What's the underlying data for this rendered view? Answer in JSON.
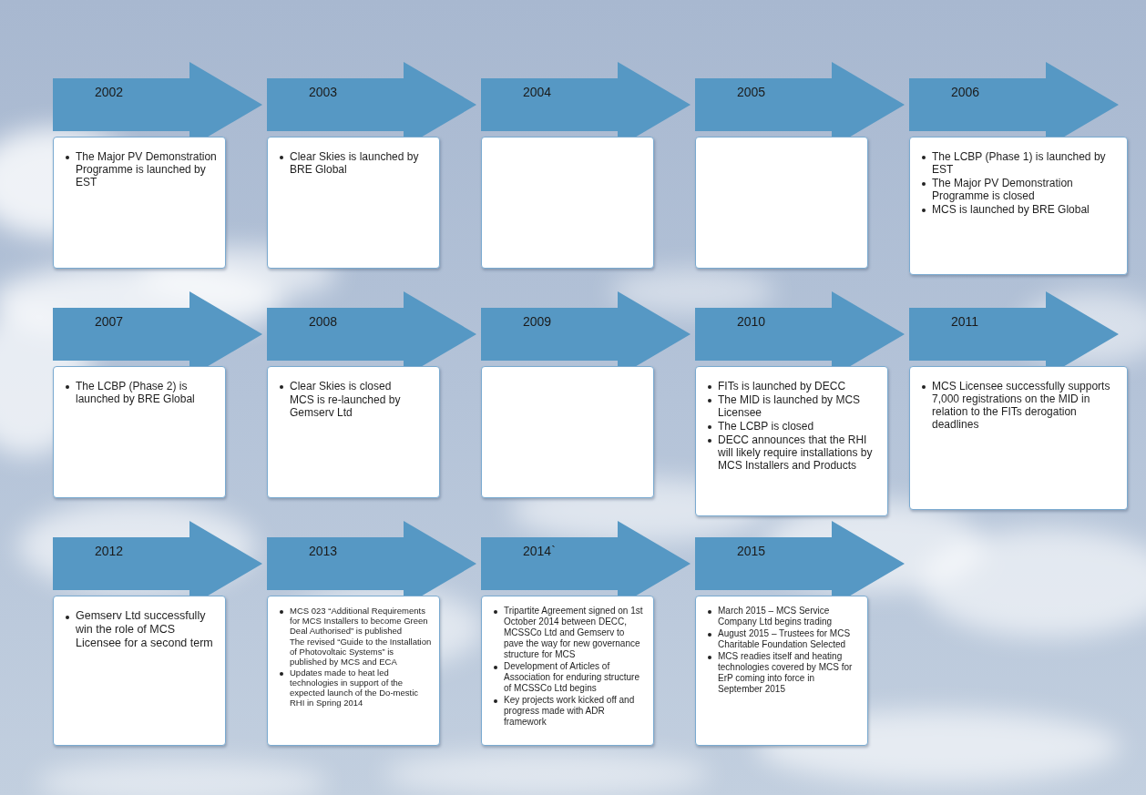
{
  "diagram": {
    "nodes": [
      {
        "text": [
          "2002",
          "The Major PV Demonstration Programme is launched by EST"
        ]
      },
      {
        "text": [
          "2003",
          "Clear Skies is launched by BRE Global"
        ]
      },
      {
        "text": [
          "2004"
        ]
      },
      {
        "text": [
          "2005"
        ]
      },
      {
        "text": [
          "2006",
          "The LCBP (Phase 1) is launched by EST",
          "The Major PV Demonstration Programme is closed",
          "MCS is launched by BRE Global"
        ]
      },
      {
        "text": [
          "2007",
          "The LCBP (Phase 2) is launched by BRE Global"
        ]
      },
      {
        "text": [
          "2008",
          "Clear Skies is closed",
          "MCS is re-launched by Gemserv Ltd"
        ]
      },
      {
        "text": [
          "2009"
        ]
      },
      {
        "text": [
          "2010",
          "FITs is launched by DECC",
          "The MID is launched by MCS Licensee",
          "The LCBP is closed",
          "DECC announces that the RHI will likely require installations by MCS Installers and Products"
        ]
      },
      {
        "text": [
          "2011",
          "MCS Licensee successfully supports 7,000 registrations on the MID in relation to the FITs derogation deadlines"
        ]
      },
      {
        "text": [
          "2012",
          "Gemserv Ltd successfully win the role of MCS Licensee for a second term"
        ]
      },
      {
        "text": [
          "2013",
          "MCS 023 “Additional Requirements for MCS Installers to become Green Deal Authorised” is published",
          "The revised “Guide to the Installation of Photovoltaic Systems” is published by MCS and ECA",
          "Updates made to heat led technologies in support of the expected launch of the Do-mestic RHI in Spring 2014"
        ]
      },
      {
        "text": [
          "2014`",
          "Tripartite Agreement signed on 1st October 2014 between DECC, MCSSCo Ltd and Gemserv to pave the way for new governance structure for MCS",
          "Development of Articles of Association for enduring structure of MCSSCo Ltd begins",
          "Key projects work kicked off and progress made with ADR framework"
        ]
      },
      {
        "text": [
          "2015",
          "March 2015 – MCS Service Company Ltd begins trading",
          "August 2015 – Trustees for MCS Charitable Foundation Selected",
          "MCS readies itself and heating technologies covered by MCS for ErP coming into force in September 2015"
        ]
      }
    ]
  }
}
